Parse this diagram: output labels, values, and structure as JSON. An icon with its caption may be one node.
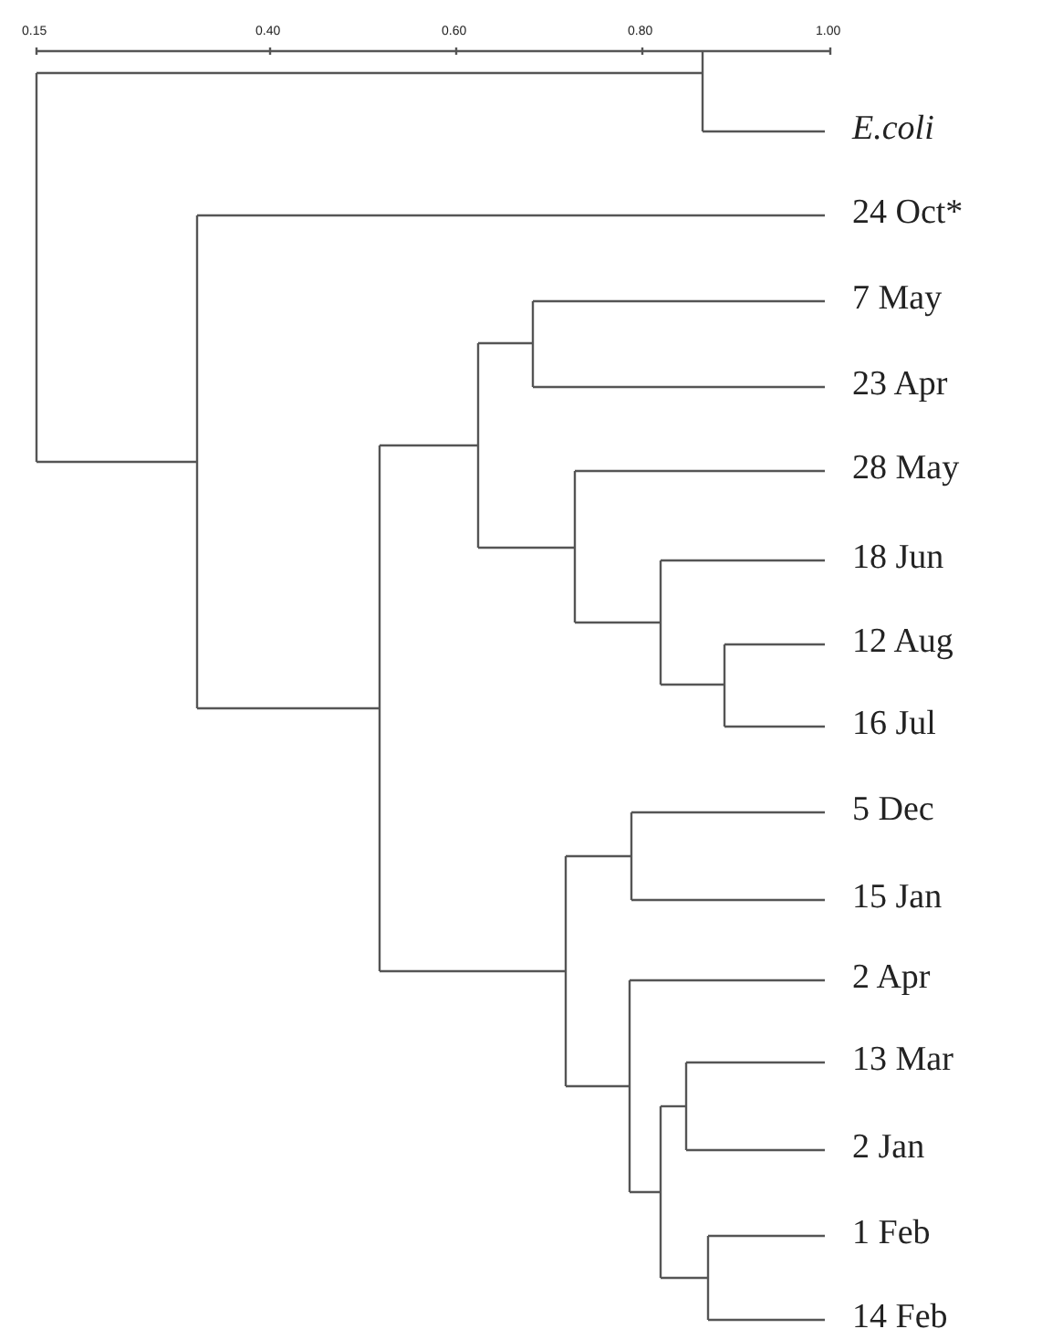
{
  "diagram": {
    "labels": [
      "0.15",
      "0.40",
      "0.60",
      "0.80",
      "1.00",
      "E.coli",
      "24 Oct*",
      "7 May",
      "23 Apr",
      "28 May",
      "18 Jun",
      "12 Aug",
      "16 Jul",
      "5 Dec",
      "15 Jan",
      "2 Apr",
      "13 Mar",
      "2 Jan",
      "1 Feb",
      "14 Feb"
    ]
  }
}
